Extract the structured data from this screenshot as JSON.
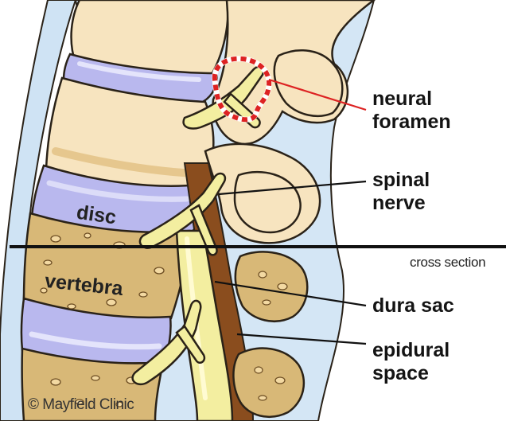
{
  "labels": {
    "neural_foramen": [
      "neural",
      "foramen"
    ],
    "spinal_nerve": [
      "spinal",
      "nerve"
    ],
    "cross_section": "cross section",
    "dura_sac": "dura sac",
    "epidural_space": [
      "epidural",
      "space"
    ],
    "disc": "disc",
    "vertebra": "vertebra",
    "credit": "© Mayfield Clinic"
  },
  "colors": {
    "outline": "#2a2218",
    "bone": "#f7e4bf",
    "bone_shadow": "#e6c78e",
    "cut_bone": "#d8b877",
    "disc": "#b9b8ee",
    "disc_light": "#dcdcf8",
    "nerve": "#f3eea0",
    "nerve_shadow": "#d9d070",
    "csf": "#cfe3f4",
    "epidural": "#8a4d1e",
    "foramen_ring": "#dd2222",
    "leader_red": "#dd2222",
    "leader": "#111111"
  }
}
